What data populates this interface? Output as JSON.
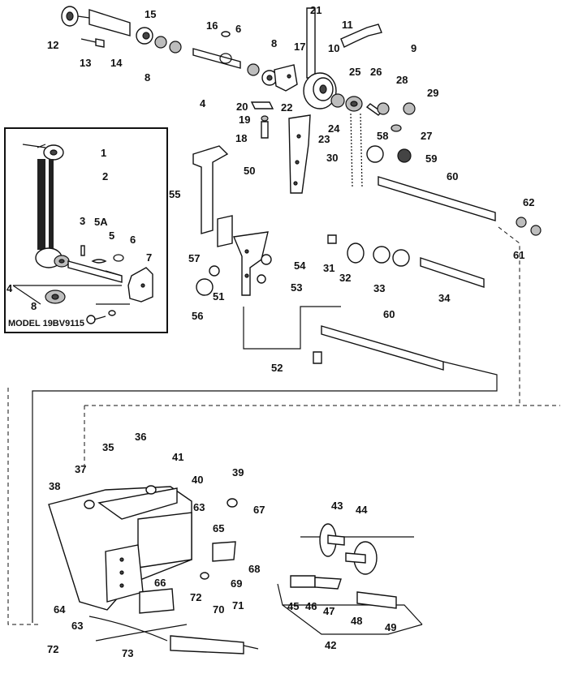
{
  "inset": {
    "caption": "MODEL 19BV9115"
  },
  "callouts": [
    "1",
    "2",
    "3",
    "4",
    "5",
    "5A",
    "6",
    "7",
    "8",
    "9",
    "10",
    "11",
    "12",
    "13",
    "14",
    "15",
    "16",
    "17",
    "18",
    "19",
    "20",
    "21",
    "22",
    "23",
    "24",
    "25",
    "26",
    "27",
    "28",
    "29",
    "30",
    "31",
    "32",
    "33",
    "34",
    "35",
    "36",
    "37",
    "38",
    "39",
    "40",
    "41",
    "42",
    "43",
    "44",
    "45",
    "46",
    "47",
    "48",
    "49",
    "50",
    "51",
    "52",
    "53",
    "54",
    "55",
    "56",
    "57",
    "58",
    "59",
    "60",
    "61",
    "62",
    "63",
    "64",
    "65",
    "66",
    "67",
    "68",
    "69",
    "70",
    "71",
    "72",
    "73"
  ]
}
